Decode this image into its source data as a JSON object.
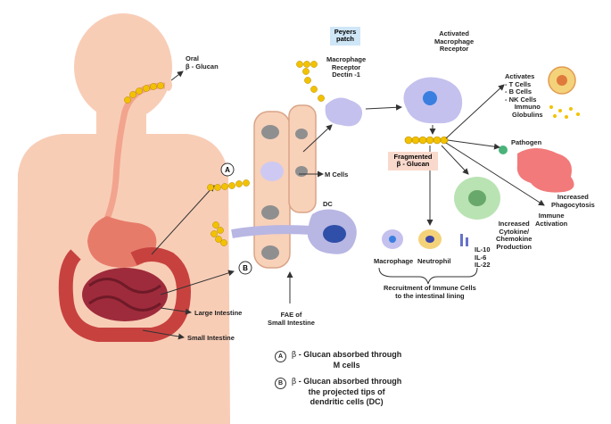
{
  "labels": {
    "oral_beta_glucan": "Oral\nβ - Glucan",
    "peyers_patch": "Peyers\npatch",
    "macrophage_receptor": "Macrophage\nReceptor\nDectin -1",
    "activated_receptor": "Activated\nMacrophage\nReceptor",
    "activates_cells": "Activates\n- T Cells\n- B Cells\n- NK Cells",
    "immuno_globulins": "Immuno\nGlobulins",
    "fragmented_beta_glucan": "Fragmented\nβ - Glucan",
    "pathogen": "Pathogen",
    "increased_phagocytosis": "Increased\nPhagocytosis",
    "immune_activation": "Immune\nActivation",
    "cytokine_production": "Increased\nCytokine/\nChemokine\nProduction",
    "m_cells": "M Cells",
    "dc": "DC",
    "macrophage": "Macrophage",
    "neutrophil": "Neutrophil",
    "interleukins": "IL-10\nIL-6\nIL-22",
    "recruitment": "Recruitment of Immune Cells\nto the intestinal lining",
    "large_intestine": "Large Intestine",
    "small_intestine": "Small Intestine",
    "fae": "FAE of\nSmall Intestine",
    "marker_a": "A",
    "marker_b": "B"
  },
  "legend": [
    {
      "marker": "A",
      "beta": "β",
      "text": " - Glucan absorbed through\nM cells"
    },
    {
      "marker": "B",
      "beta": "β",
      "text": " - Glucan absorbed through\nthe projected tips of\ndendritic cells (DC)"
    }
  ],
  "colors": {
    "body_skin": "#f8cdb6",
    "organ": "#d9534f",
    "glucan": "#f2c200",
    "cell_purple": "#c9c6f0",
    "box_blue": "#cfe6f7",
    "box_pink": "#f9d9cc",
    "pathogen": "#f27a7a",
    "green_cell": "#b9e3b3"
  }
}
